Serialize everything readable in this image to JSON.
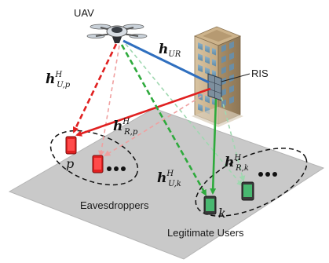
{
  "labels": {
    "uav": "UAV",
    "ris": "RIS",
    "eavesdroppers": "Eavesdroppers",
    "legitimate_users": "Legitimate  Users",
    "eve_index": "p",
    "user_index": "k"
  },
  "channels": {
    "h_UR": {
      "base": "h",
      "sub": "UR",
      "sup": ""
    },
    "h_Up": {
      "base": "h",
      "sub": "U,p",
      "sup": "H"
    },
    "h_Rp": {
      "base": "h",
      "sub": "R,p",
      "sup": "H"
    },
    "h_Rk": {
      "base": "h",
      "sub": "R,k",
      "sup": "H"
    },
    "h_Uk": {
      "base": "h",
      "sub": "U,k",
      "sup": "H"
    }
  },
  "colors": {
    "uav_ris_link": "#2f6fbf",
    "eavesdropper_link": "#e02020",
    "legitimate_link": "#2eaa3c",
    "ground": "#c9c9c9",
    "eavesdropper_device": "#e02020",
    "user_device": "#48b870"
  },
  "icons": {
    "uav": "drone-icon",
    "building": "building-icon",
    "eavesdropper": "phone-icon",
    "user": "phone-icon"
  }
}
